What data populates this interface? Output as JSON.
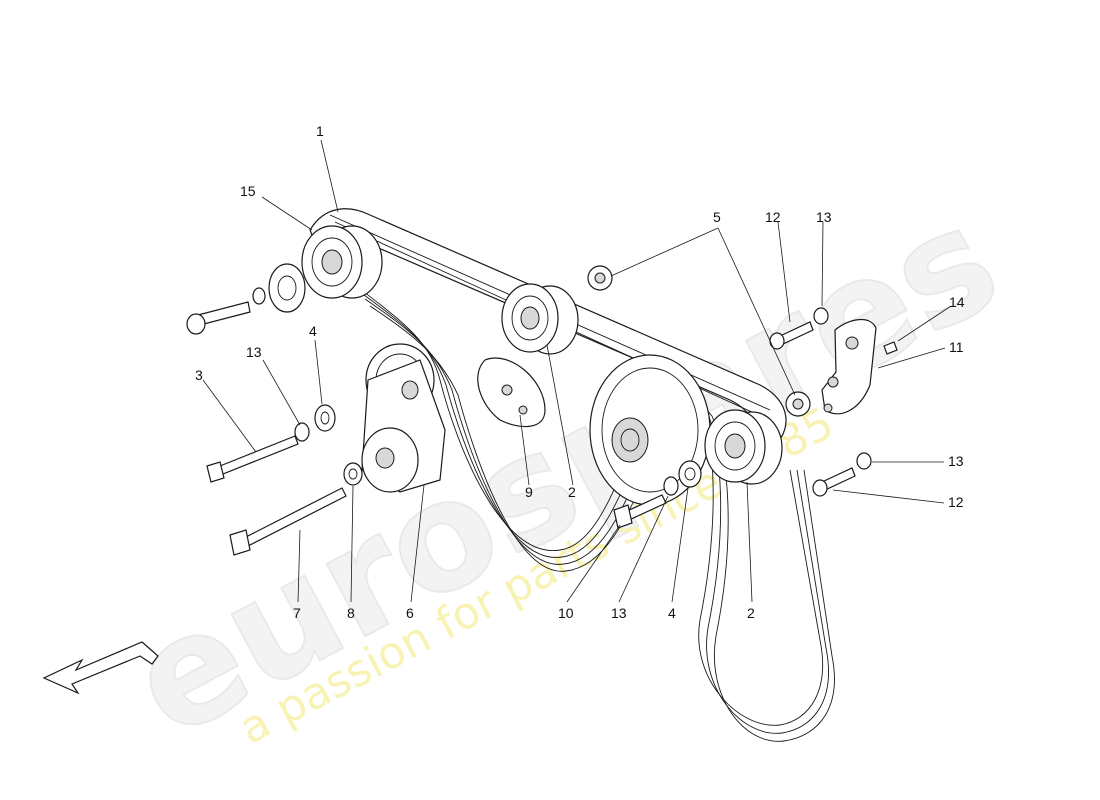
{
  "watermark": {
    "brand": "eurospares",
    "tagline": "a passion for parts since 1985",
    "color": "#f8f3b4"
  },
  "labels": {
    "l1": "1",
    "l15": "15",
    "l5": "5",
    "l12a": "12",
    "l13a": "13",
    "l14": "14",
    "l11": "11",
    "l3": "3",
    "l13b": "13",
    "l4a": "4",
    "l9": "9",
    "l2a": "2",
    "l13c": "13",
    "l12b": "12",
    "l7": "7",
    "l8": "8",
    "l6": "6",
    "l10": "10",
    "l13d": "13",
    "l4b": "4",
    "l2b": "2"
  },
  "icons": {
    "direction_arrow": "arrow-down-left-icon"
  }
}
